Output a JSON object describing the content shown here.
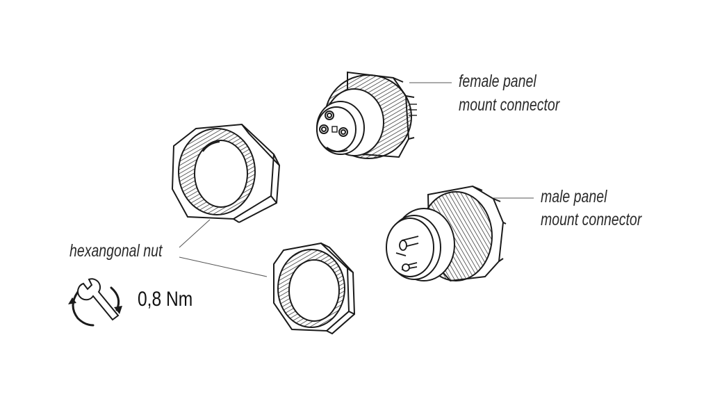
{
  "labels": {
    "female_line1": "female panel",
    "female_line2": "mount connector",
    "male_line1": "male panel",
    "male_line2": "mount connector",
    "hex_nut": "hexangonal nut"
  },
  "torque": {
    "value": "0,8 Nm",
    "icon": "wrench-torque-icon"
  },
  "colors": {
    "line": "#1a1a1a",
    "leader": "#555555",
    "background": "#ffffff"
  }
}
